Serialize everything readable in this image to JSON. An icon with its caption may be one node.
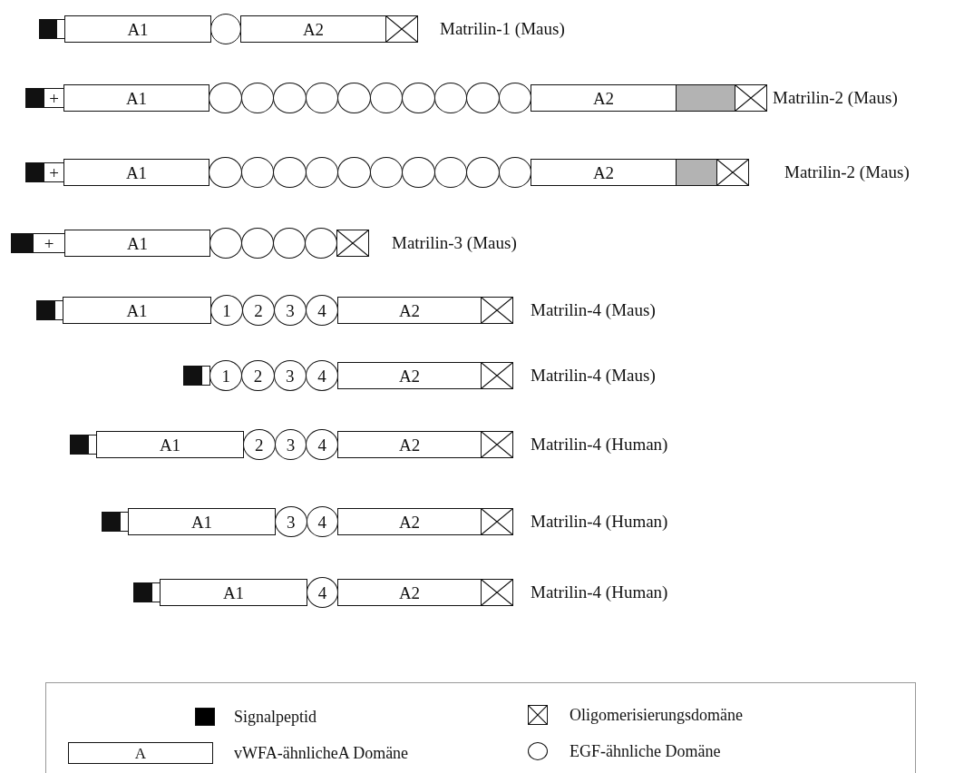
{
  "diagram": {
    "nodes": [
      {
        "text": [],
        "shape": "box"
      },
      {
        "text": [
          "A1"
        ]
      },
      {
        "text": [],
        "shape": "circle"
      },
      {
        "text": [
          "A2"
        ]
      },
      {
        "text": [],
        "shape": "box",
        "beside": [
          "Matrilin-1 (Maus)"
        ]
      },
      {
        "text": [],
        "shape": "box"
      },
      {
        "text": [
          "+"
        ]
      },
      {
        "text": [
          "A1"
        ]
      },
      {
        "text": [],
        "shape": "circle"
      },
      {
        "text": [],
        "shape": "circle"
      },
      {
        "text": [],
        "shape": "circle"
      },
      {
        "text": [],
        "shape": "circle"
      },
      {
        "text": [],
        "shape": "circle"
      },
      {
        "text": [],
        "shape": "circle"
      },
      {
        "text": [],
        "shape": "circle"
      },
      {
        "text": [],
        "shape": "circle"
      },
      {
        "text": [],
        "shape": "circle"
      },
      {
        "text": [],
        "shape": "circle"
      },
      {
        "text": [
          "A2"
        ]
      },
      {
        "text": [],
        "shape": "box"
      },
      {
        "text": [],
        "shape": "box",
        "beside": [
          "Matrilin-2 (Maus)"
        ]
      },
      {
        "text": [],
        "shape": "box"
      },
      {
        "text": [
          "+"
        ]
      },
      {
        "text": [
          "A1"
        ]
      },
      {
        "text": [],
        "shape": "circle"
      },
      {
        "text": [],
        "shape": "circle"
      },
      {
        "text": [],
        "shape": "circle"
      },
      {
        "text": [],
        "shape": "circle"
      },
      {
        "text": [],
        "shape": "circle"
      },
      {
        "text": [],
        "shape": "circle"
      },
      {
        "text": [],
        "shape": "circle"
      },
      {
        "text": [],
        "shape": "circle"
      },
      {
        "text": [],
        "shape": "circle"
      },
      {
        "text": [],
        "shape": "circle"
      },
      {
        "text": [
          "A2"
        ]
      },
      {
        "text": [],
        "shape": "box"
      },
      {
        "text": [],
        "shape": "box",
        "beside": [
          "Matrilin-2 (Maus)"
        ]
      },
      {
        "text": [],
        "shape": "box"
      },
      {
        "text": [
          "+"
        ]
      },
      {
        "text": [
          "A1"
        ]
      },
      {
        "text": [],
        "shape": "circle"
      },
      {
        "text": [],
        "shape": "circle"
      },
      {
        "text": [],
        "shape": "circle"
      },
      {
        "text": [],
        "shape": "circle"
      },
      {
        "text": [],
        "shape": "box",
        "beside": [
          "Matrilin-3 (Maus)"
        ]
      },
      {
        "text": [],
        "shape": "box"
      },
      {
        "text": [
          "A1"
        ]
      },
      {
        "text": [
          "1"
        ]
      },
      {
        "text": [
          "2"
        ]
      },
      {
        "text": [
          "3"
        ]
      },
      {
        "text": [
          "4"
        ]
      },
      {
        "text": [
          "A2"
        ]
      },
      {
        "text": [],
        "shape": "box",
        "beside": [
          "Matrilin-4 (Maus)"
        ]
      },
      {
        "text": [],
        "shape": "box"
      },
      {
        "text": [
          "1"
        ]
      },
      {
        "text": [
          "2"
        ]
      },
      {
        "text": [
          "3"
        ]
      },
      {
        "text": [
          "4"
        ]
      },
      {
        "text": [
          "A2"
        ]
      },
      {
        "text": [],
        "shape": "box",
        "beside": [
          "Matrilin-4 (Maus)"
        ]
      },
      {
        "text": [],
        "shape": "box"
      },
      {
        "text": [
          "A1"
        ]
      },
      {
        "text": [
          "2"
        ]
      },
      {
        "text": [
          "3"
        ]
      },
      {
        "text": [
          "4"
        ]
      },
      {
        "text": [
          "A2"
        ]
      },
      {
        "text": [],
        "shape": "box",
        "beside": [
          "Matrilin-4 (Human)"
        ]
      },
      {
        "text": [],
        "shape": "box"
      },
      {
        "text": [
          "A1"
        ]
      },
      {
        "text": [
          "3"
        ]
      },
      {
        "text": [
          "4"
        ]
      },
      {
        "text": [
          "A2"
        ]
      },
      {
        "text": [],
        "shape": "box",
        "beside": [
          "Matrilin-4 (Human)"
        ]
      },
      {
        "text": [],
        "shape": "box"
      },
      {
        "text": [
          "A1"
        ]
      },
      {
        "text": [
          "4"
        ]
      },
      {
        "text": [
          "A2"
        ]
      },
      {
        "text": [],
        "shape": "box",
        "beside": [
          "Matrilin-4 (Human)"
        ]
      }
    ],
    "labels": [
      "A"
    ],
    "legend": [
      {
        "text": "Signalpeptid",
        "color": "#000000"
      },
      {
        "text": "Oligomerisierungsdomäne"
      },
      {
        "text": "vWFA-ähnlicheA Domäne"
      },
      {
        "text": "EGF-ähnliche Domäne"
      }
    ]
  }
}
